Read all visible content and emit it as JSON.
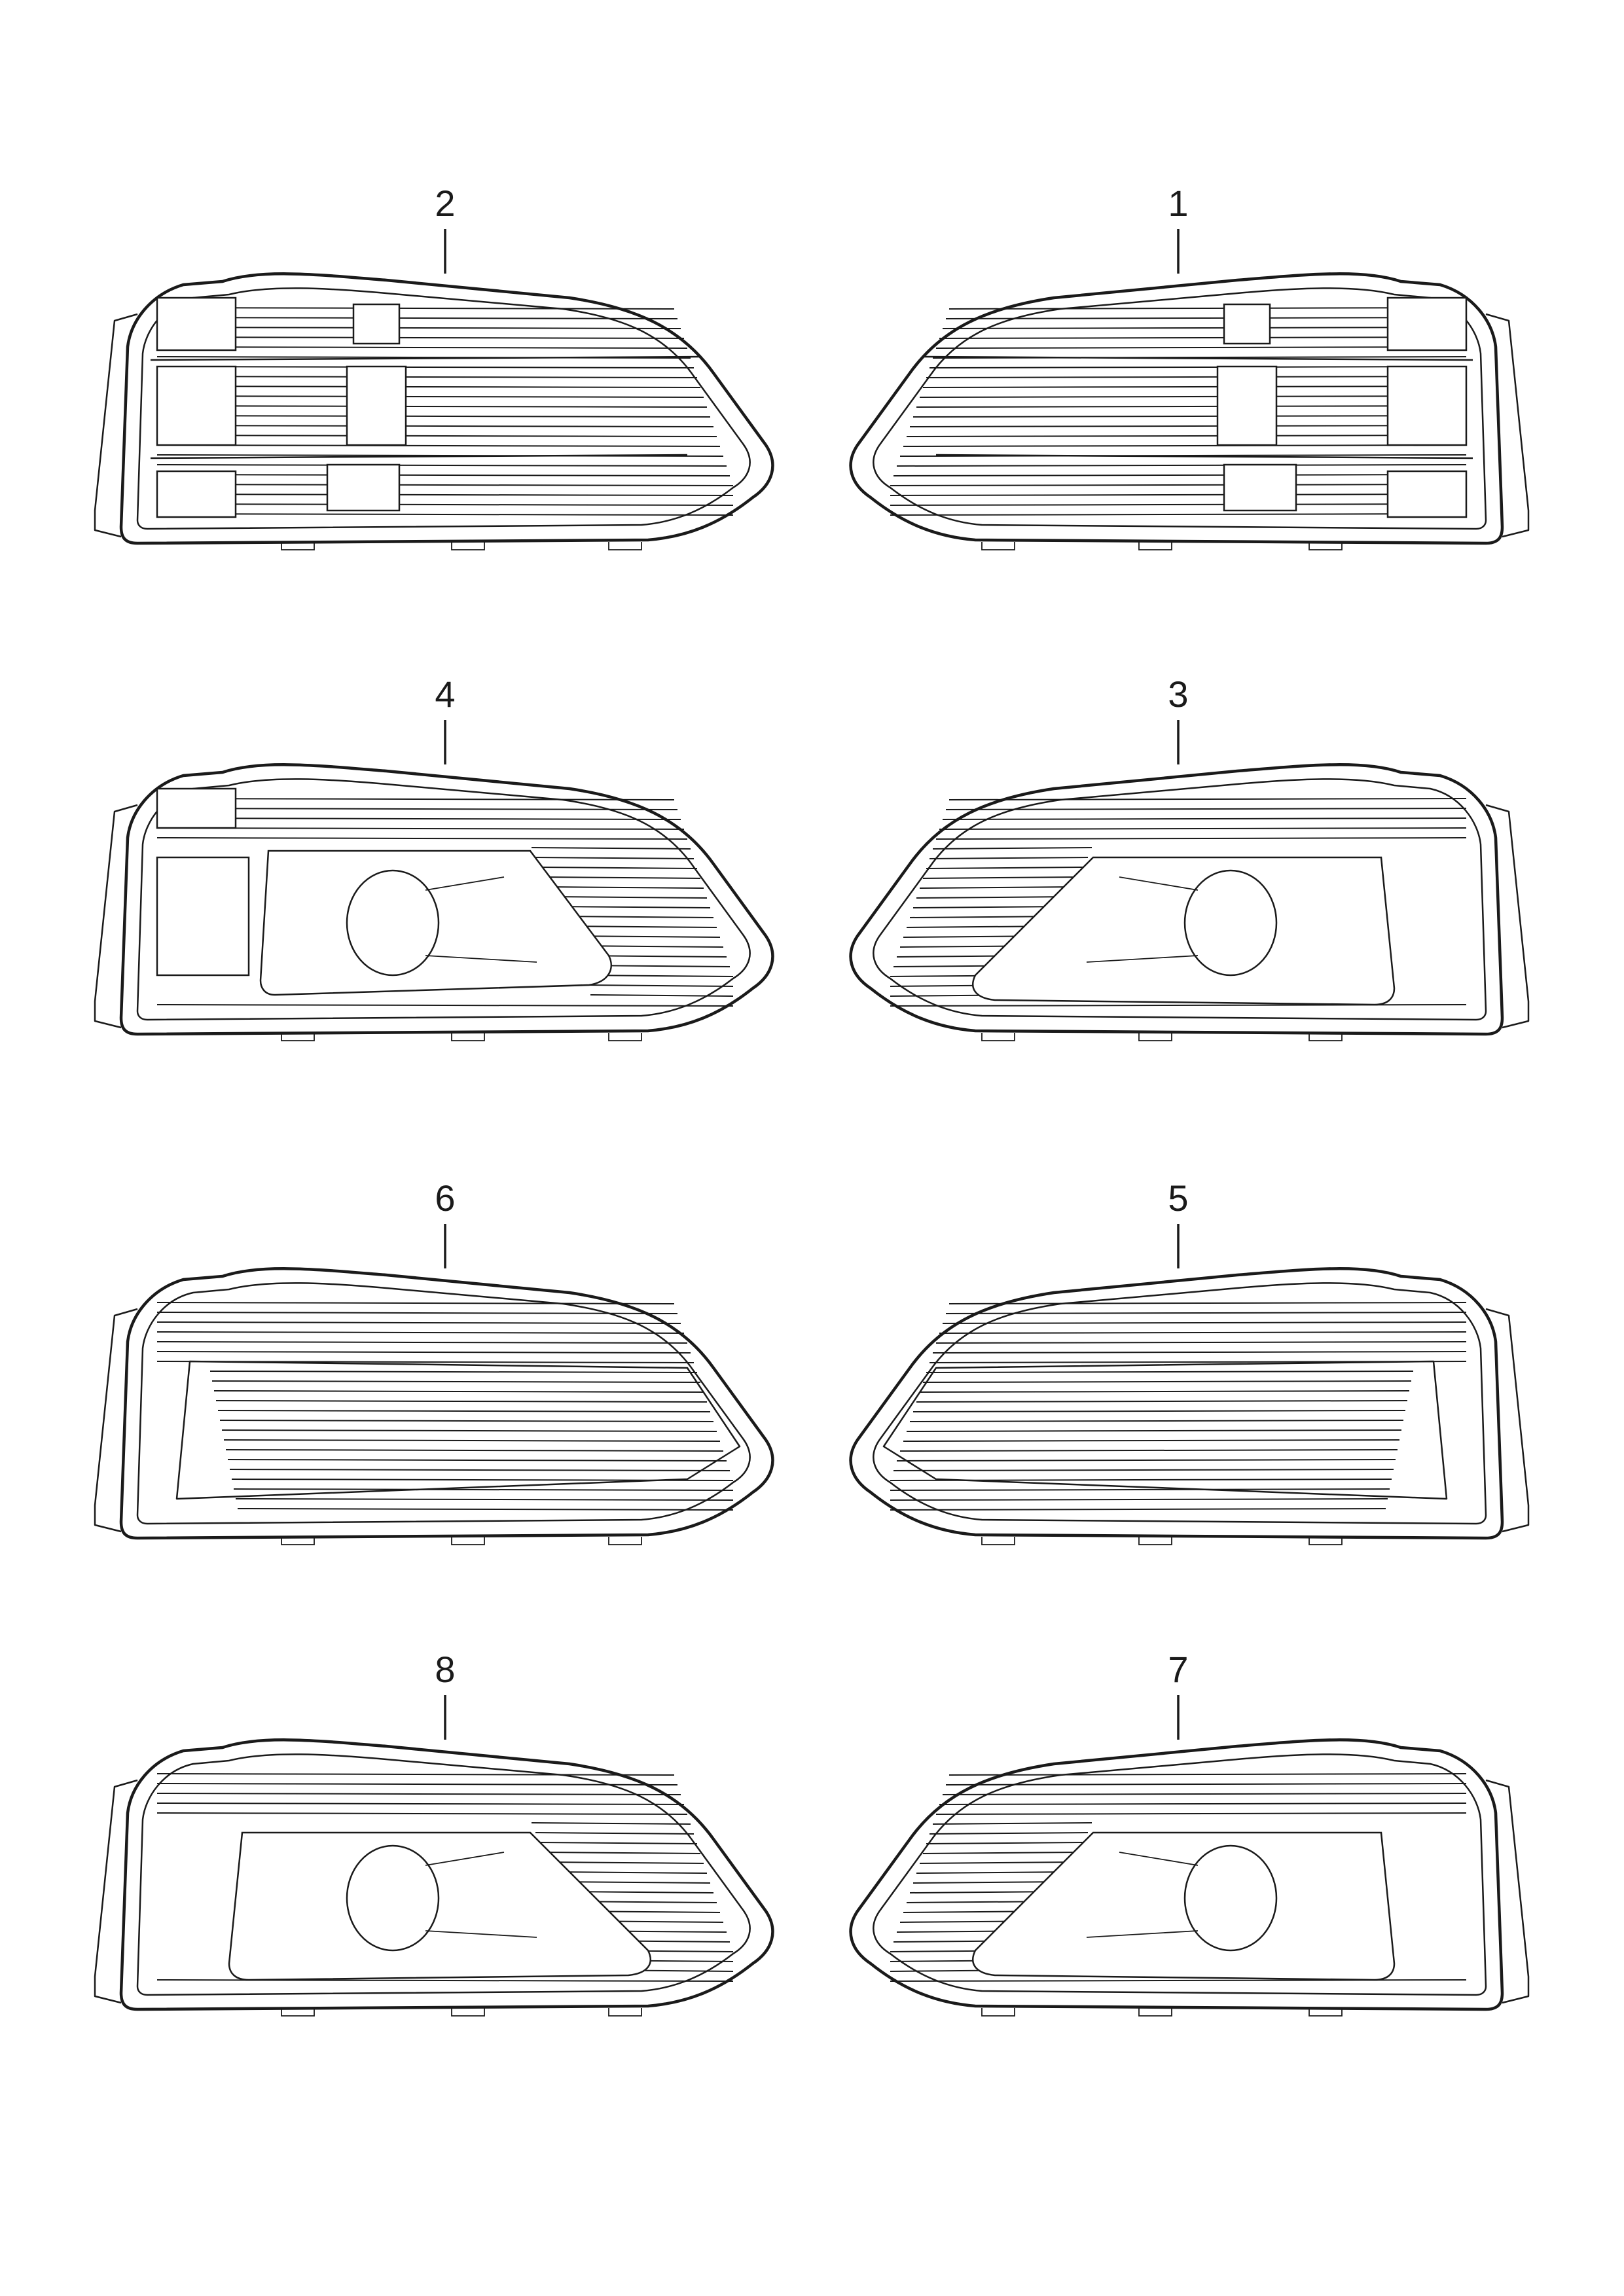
{
  "diagram": {
    "background_color": "#ffffff",
    "line_color": "#1a1a1a",
    "parts": [
      {
        "label": "2",
        "variant": "grille-left"
      },
      {
        "label": "1",
        "variant": "grille-right"
      },
      {
        "label": "4",
        "variant": "foglamp-left"
      },
      {
        "label": "3",
        "variant": "foglamp-right"
      },
      {
        "label": "6",
        "variant": "open-grille-left"
      },
      {
        "label": "5",
        "variant": "open-grille-right"
      },
      {
        "label": "8",
        "variant": "foglamp-frame-left"
      },
      {
        "label": "7",
        "variant": "foglamp-frame-right"
      }
    ]
  }
}
